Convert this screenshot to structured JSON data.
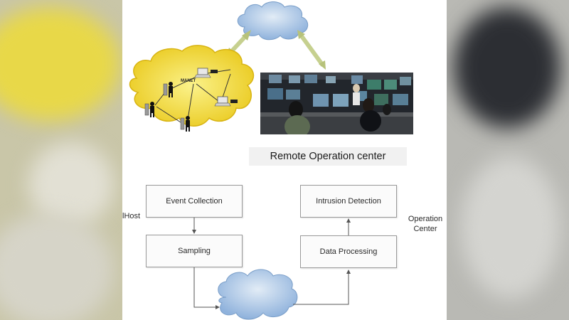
{
  "top_diagram": {
    "manet_label": "MANET",
    "remote_center_label": "Remote Operation center"
  },
  "flow_diagram": {
    "boxes": {
      "event_collection": "Event Collection",
      "sampling": "Sampling",
      "intrusion_detection": "Intrusion Detection",
      "data_processing": "Data Processing"
    },
    "host_label": "lHost",
    "operation_center_label_line1": "Operation",
    "operation_center_label_line2": "Center"
  },
  "colors": {
    "cloud_blue": "#a9c6e6",
    "manet_yellow": "#f2d52e",
    "arrow_green": "#c6d08f"
  }
}
